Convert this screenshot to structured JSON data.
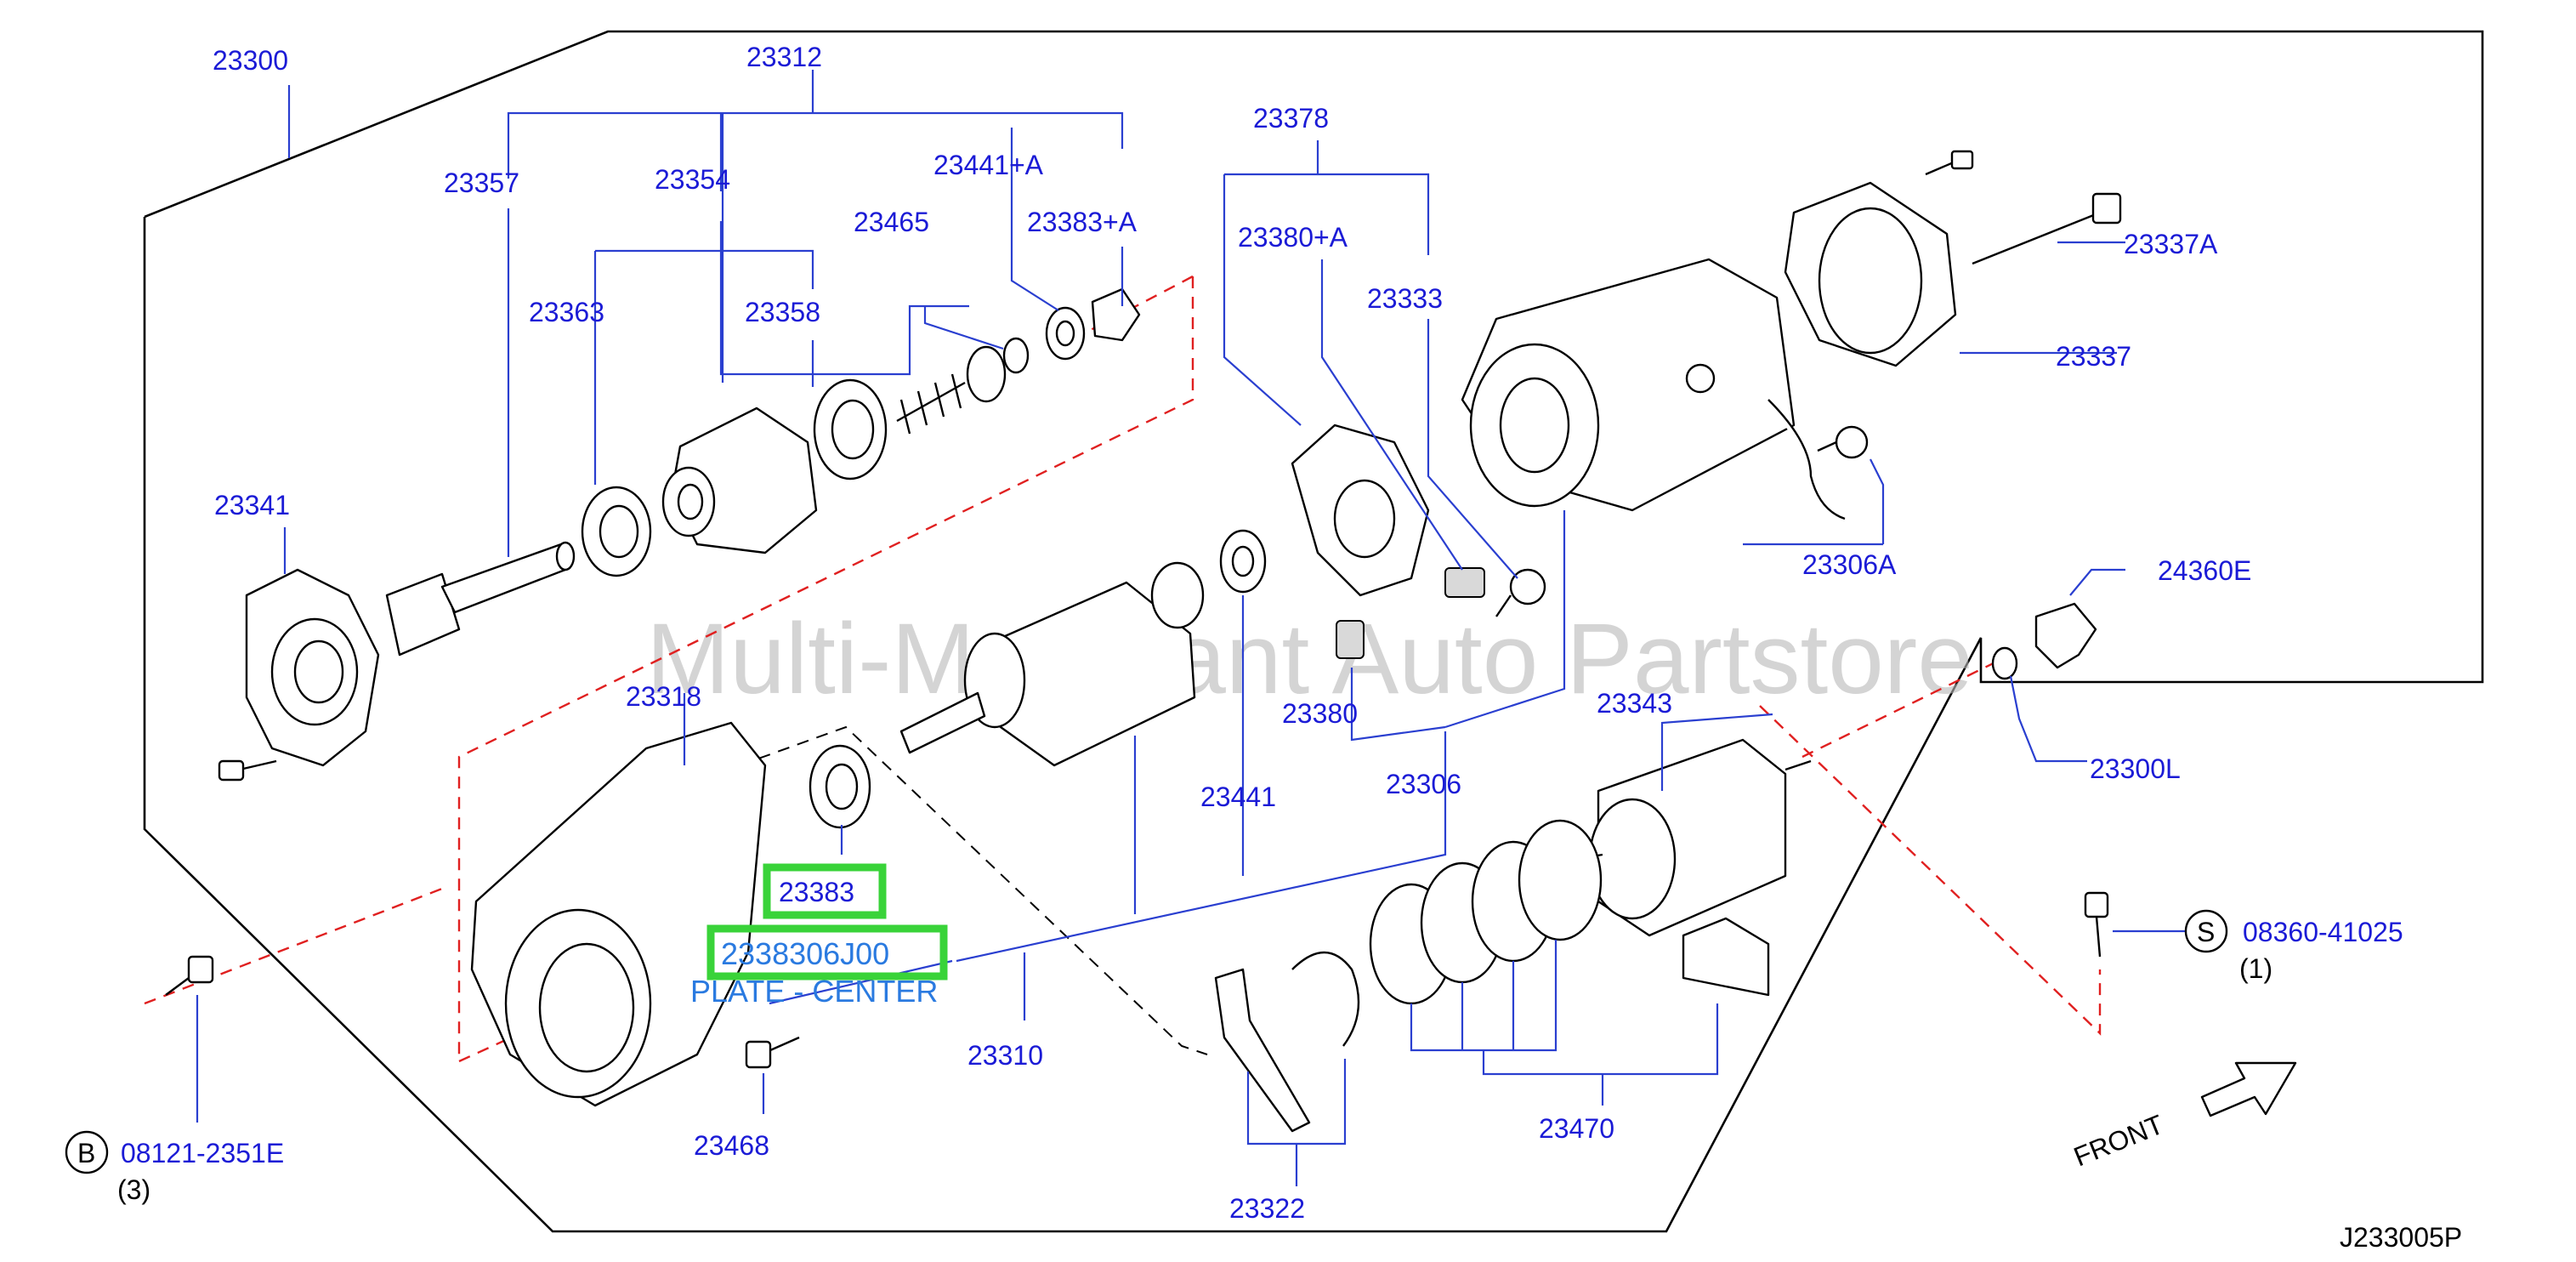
{
  "diagram": {
    "code": "J233005P",
    "watermark": "Multi-Merchant Auto Partstore",
    "direction_label": "FRONT",
    "highlight": {
      "part": "23383",
      "part_no": "2338306J00",
      "caption": "PLATE - CENTER"
    },
    "parts": {
      "p23300": "23300",
      "p23312": "23312",
      "p23357": "23357",
      "p23354": "23354",
      "p23441A": "23441+A",
      "p23465": "23465",
      "p23383A": "23383+A",
      "p23363": "23363",
      "p23358": "23358",
      "p23341": "23341",
      "p23378": "23378",
      "p23380A": "23380+A",
      "p23333": "23333",
      "p23337A": "23337A",
      "p23337": "23337",
      "p23306A": "23306A",
      "p24360E": "24360E",
      "p23318": "23318",
      "p23380": "23380",
      "p23343": "23343",
      "p23441": "23441",
      "p23306": "23306",
      "p23300L": "23300L",
      "p23383": "23383",
      "p23310": "23310",
      "p23468": "23468",
      "p23322": "23322",
      "p23470": "23470"
    },
    "fasteners": [
      {
        "symbol": "B",
        "part_no": "08121-2351E",
        "qty": "(3)"
      },
      {
        "symbol": "S",
        "part_no": "08360-41025",
        "qty": "(1)"
      }
    ]
  }
}
